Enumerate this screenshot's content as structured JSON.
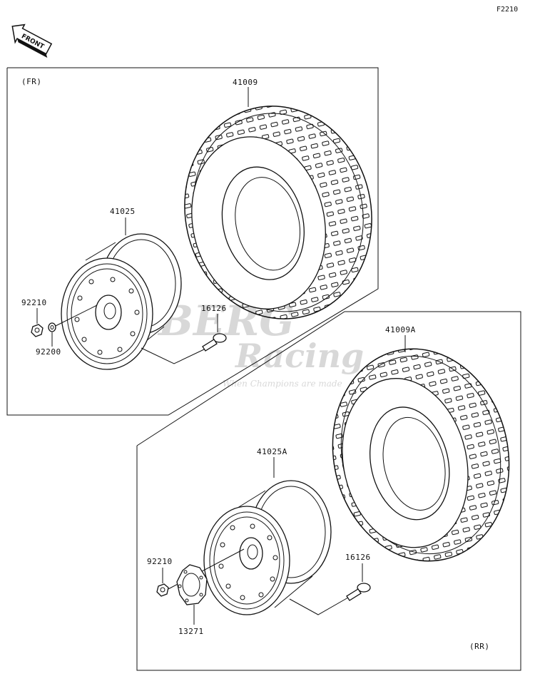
{
  "diagram": {
    "code": "F2210",
    "front_label": "FRONT",
    "sections": {
      "front": {
        "label": "(FR)"
      },
      "rear": {
        "label": "(RR)"
      }
    },
    "parts": {
      "tire_fr": "41009",
      "wheel_fr": "41025",
      "nut_fr": "92210",
      "washer_fr": "92200",
      "bolt_fr": "16126",
      "tire_rr": "41009A",
      "wheel_rr": "41025A",
      "nut_rr": "92210",
      "plate_rr": "13271",
      "bolt_rr": "16126"
    },
    "watermark": {
      "line1": "BERG",
      "line2": "Racing",
      "tagline": "When Champions are made"
    }
  }
}
